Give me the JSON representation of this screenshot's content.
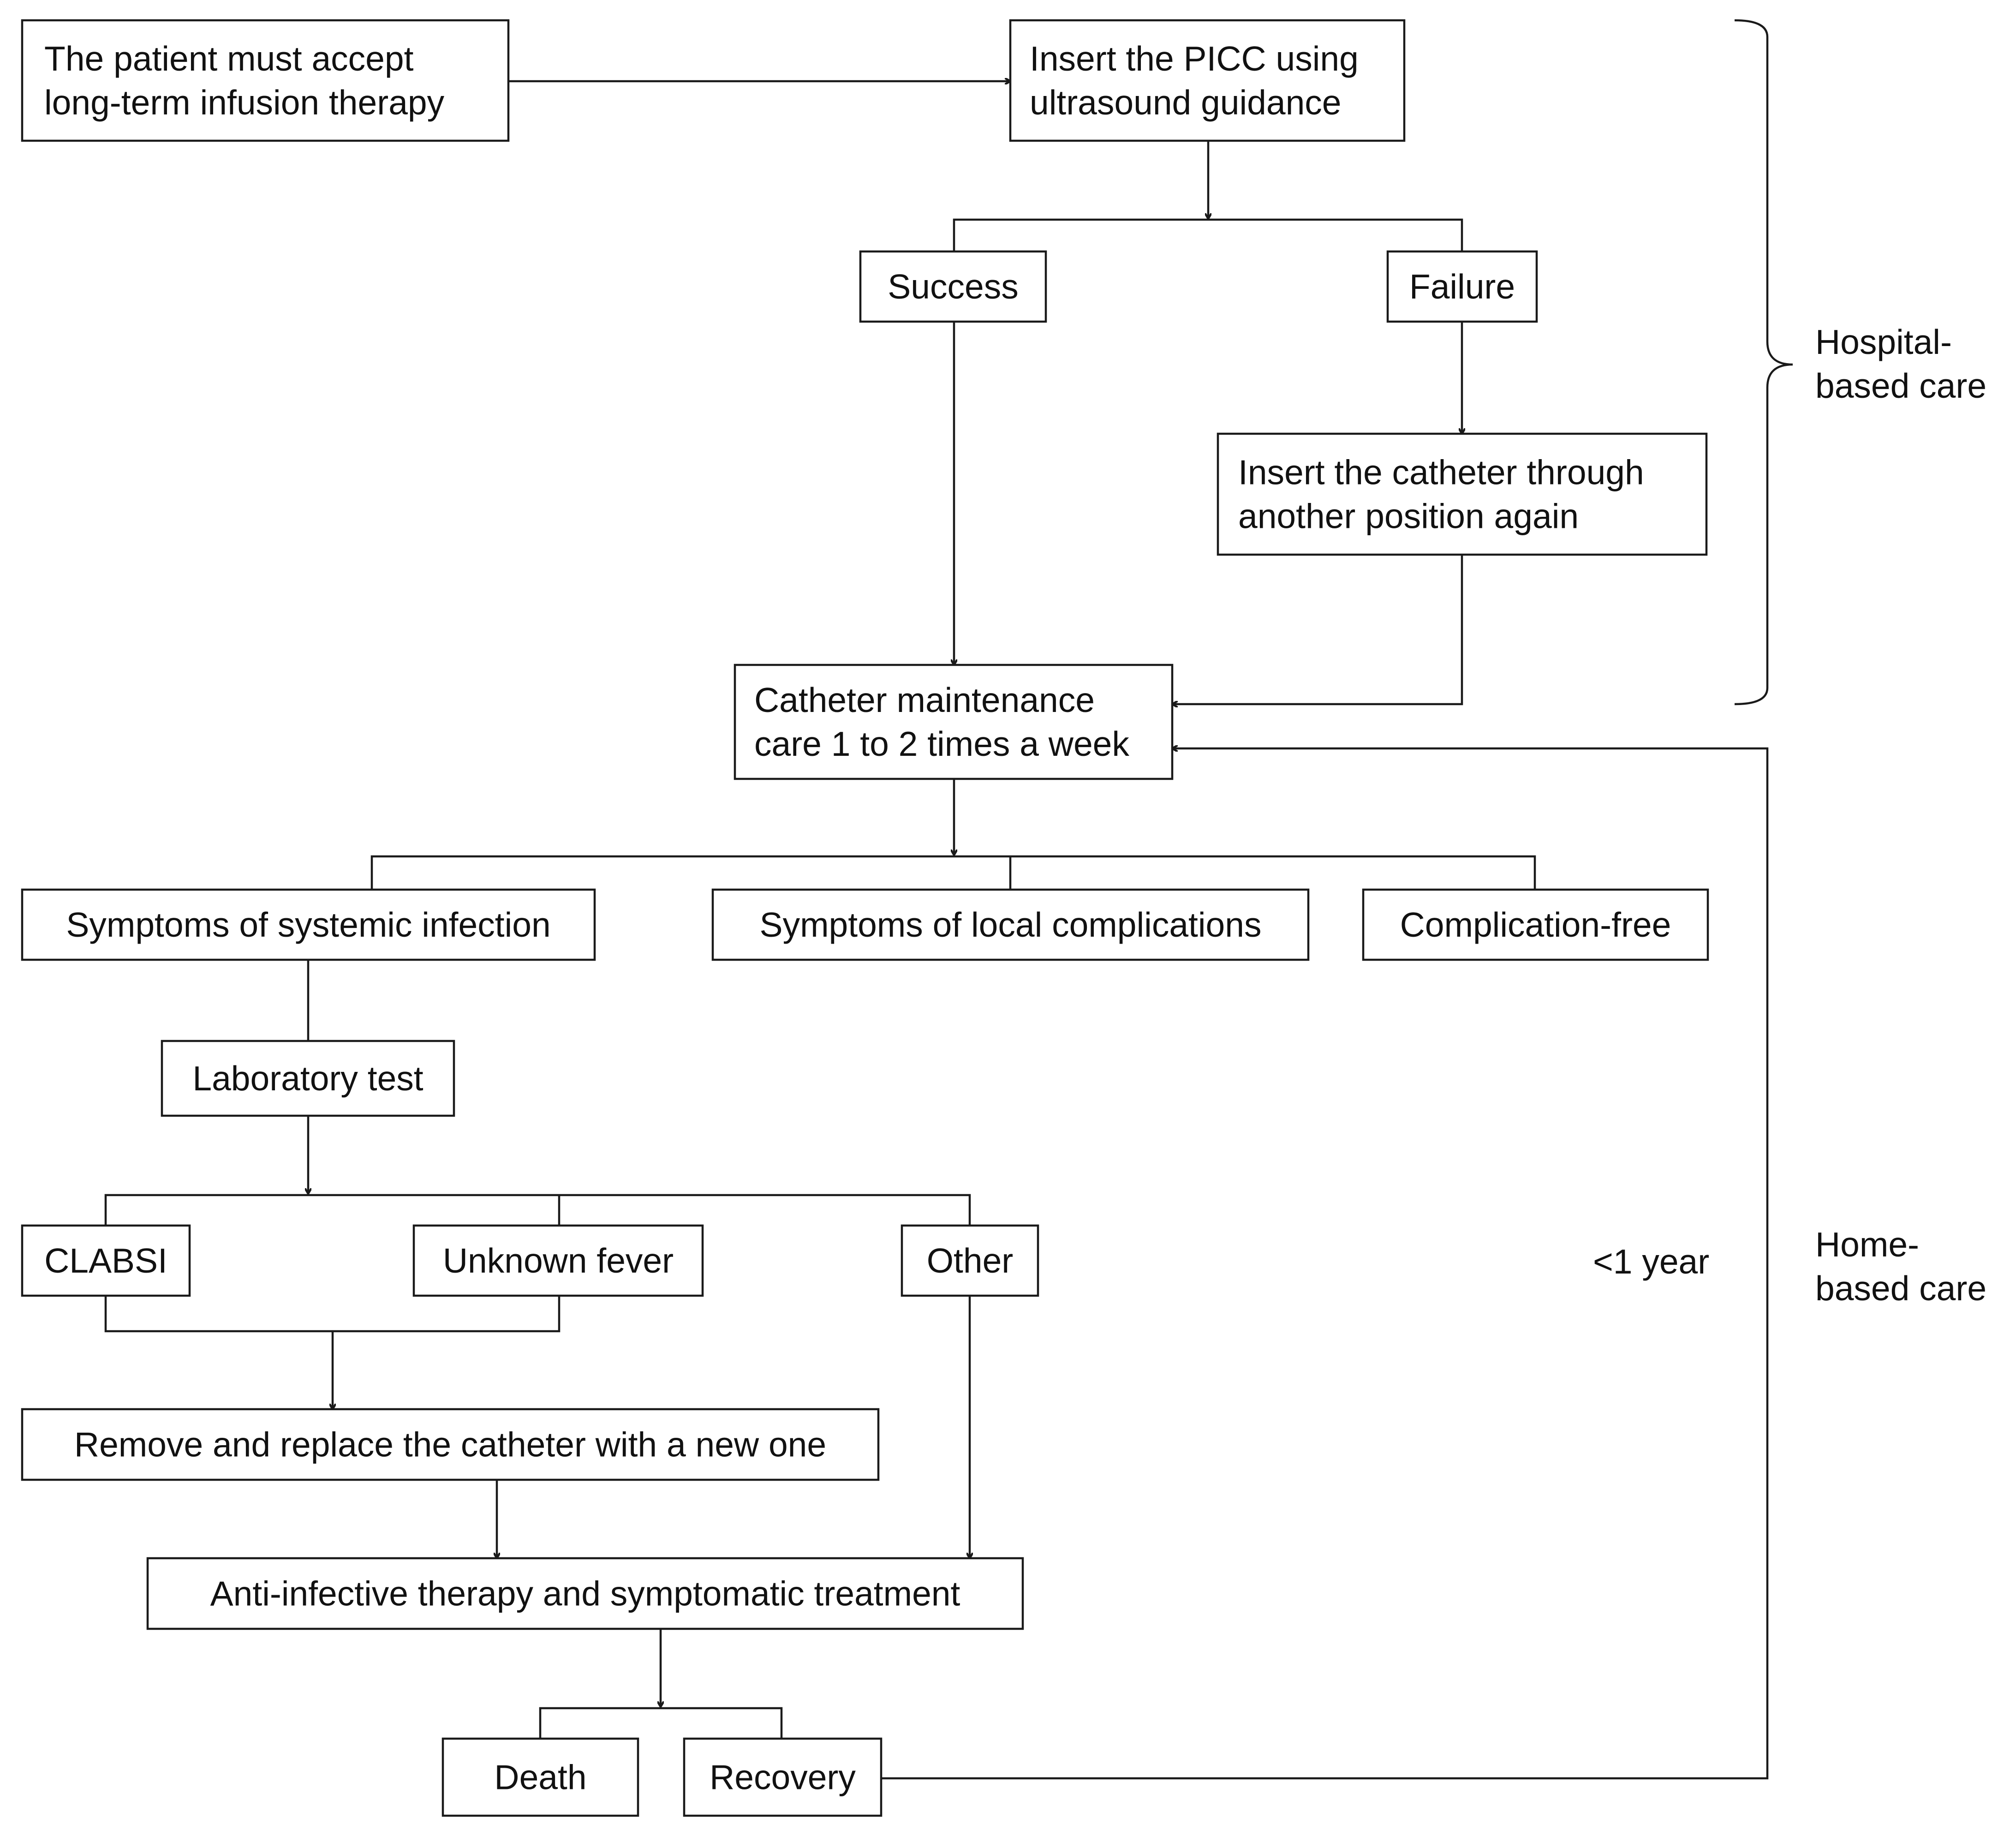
{
  "nodes": {
    "start": [
      "The patient must accept",
      "long-term infusion therapy"
    ],
    "insert_picc": [
      "Insert the PICC using",
      "ultrasound guidance"
    ],
    "success": [
      "Success"
    ],
    "failure": [
      "Failure"
    ],
    "reinsert": [
      "Insert the catheter through",
      "another position again"
    ],
    "maintenance": [
      "Catheter maintenance",
      "care 1 to 2 times a week"
    ],
    "systemic": [
      "Symptoms of systemic infection"
    ],
    "local": [
      "Symptoms of local complications"
    ],
    "free": [
      "Complication-free"
    ],
    "lab": [
      "Laboratory test"
    ],
    "clabsi": [
      "CLABSI"
    ],
    "unknown_fever": [
      "Unknown fever"
    ],
    "other": [
      "Other"
    ],
    "remove_replace": [
      "Remove and replace the catheter with a new one"
    ],
    "anti_infective": [
      "Anti-infective therapy and symptomatic treatment"
    ],
    "death": [
      "Death"
    ],
    "recovery": [
      "Recovery"
    ]
  },
  "labels": {
    "hospital": [
      "Hospital-",
      "based care"
    ],
    "home": [
      "Home-",
      "based care"
    ],
    "duration": "<1 year"
  }
}
